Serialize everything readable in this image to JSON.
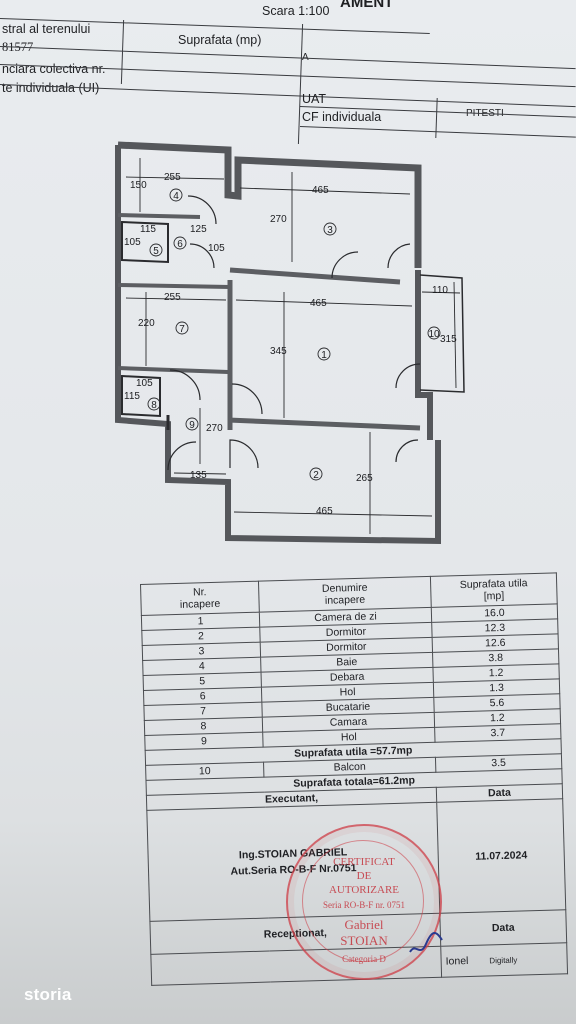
{
  "header": {
    "title_fragment": "AMENT",
    "scale": "Scara 1:100",
    "row1_label": "stral al terenului",
    "row1_value": "81577",
    "surface_label": "Suprafata (mp)",
    "surface_value": "A",
    "row2_label": "nciara colectiva nr.",
    "row3_label": "te individuala (UI)",
    "uat_label": "UAT",
    "uat_value": "PITESTI",
    "cf_label": "CF individuala"
  },
  "plan": {
    "dimensions": [
      "255",
      "150",
      "465",
      "270",
      "115",
      "105",
      "125",
      "105",
      "255",
      "465",
      "110",
      "220",
      "345",
      "315",
      "105",
      "115",
      "270",
      "135",
      "265",
      "465"
    ],
    "room_numbers": [
      "1",
      "2",
      "3",
      "4",
      "5",
      "6",
      "7",
      "8",
      "9",
      "10"
    ]
  },
  "table": {
    "headers": {
      "nr": "Nr.",
      "nr2": "incapere",
      "den": "Denumire",
      "den2": "incapere",
      "sup": "Suprafata utila",
      "sup2": "[mp]"
    },
    "rows": [
      {
        "nr": "1",
        "name": "Camera de zi",
        "area": "16.0"
      },
      {
        "nr": "2",
        "name": "Dormitor",
        "area": "12.3"
      },
      {
        "nr": "3",
        "name": "Dormitor",
        "area": "12.6"
      },
      {
        "nr": "4",
        "name": "Baie",
        "area": "3.8"
      },
      {
        "nr": "5",
        "name": "Debara",
        "area": "1.2"
      },
      {
        "nr": "6",
        "name": "Hol",
        "area": "1.3"
      },
      {
        "nr": "7",
        "name": "Bucatarie",
        "area": "5.6"
      },
      {
        "nr": "8",
        "name": "Camara",
        "area": "1.2"
      },
      {
        "nr": "9",
        "name": "Hol",
        "area": "3.7"
      }
    ],
    "total_useful": "Suprafata utila =57.7mp",
    "balcony": {
      "nr": "10",
      "name": "Balcon",
      "area": "3.5"
    },
    "total": "Suprafata totala=61.2mp",
    "executant_label": "Executant,",
    "date_label": "Data",
    "executant_name": "Ing.STOIAN GABRIEL",
    "authorization": "Aut.Seria RO-B-F Nr.0751",
    "date_value": "11.07.2024",
    "receptionat_label": "Receptionat,",
    "date_label2": "Data",
    "footer_name": "Ionel",
    "footer_note": "Digitally"
  },
  "stamp": {
    "line1": "CERTIFICAT",
    "line2": "DE",
    "line3": "AUTORIZARE",
    "line4": "Seria RO-B-F nr. 0751",
    "line5": "Gabriel",
    "line6": "STOIAN",
    "line7": "Categoria D"
  },
  "logo": "storia",
  "colors": {
    "stamp": "#c8323c",
    "ink": "#1e1f22",
    "logo": "#ffffff"
  }
}
